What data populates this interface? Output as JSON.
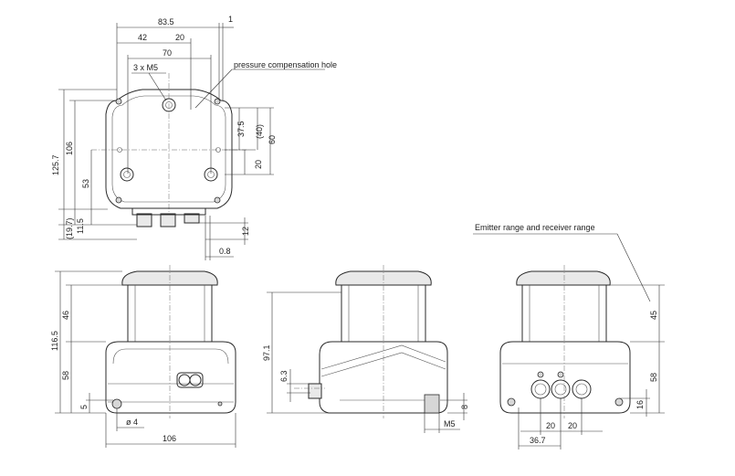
{
  "top_view": {
    "dims": {
      "width_overall": "83.5",
      "offset_1": "1",
      "hole_42": "42",
      "hole_20": "20",
      "hole_70": "70",
      "thread": "3 x M5",
      "height_overall": "125.7",
      "height_106": "106",
      "height_53": "53",
      "bottom_11_5": "11.5",
      "bottom_19_7": "(19.7)",
      "right_37_5": "37.5",
      "right_40": "(40)",
      "right_60": "60",
      "right_20": "20",
      "right_12": "12",
      "gap_0_8": "0.8"
    },
    "label_pressure": "pressure compensation hole"
  },
  "front_view": {
    "dims": {
      "height_116_5": "116.5",
      "height_46": "46",
      "height_58": "58",
      "height_5": "5",
      "hole_dia": "ø 4",
      "width_106": "106"
    }
  },
  "side_view": {
    "dims": {
      "height_97_1": "97.1",
      "height_6_3": "6.3",
      "height_8": "8",
      "thread_m5": "M5"
    }
  },
  "rear_view": {
    "label_range": "Emitter range and receiver range",
    "dims": {
      "height_45": "45",
      "height_58": "58",
      "height_16": "16",
      "width_20a": "20",
      "width_20b": "20",
      "width_36_7": "36.7"
    }
  }
}
